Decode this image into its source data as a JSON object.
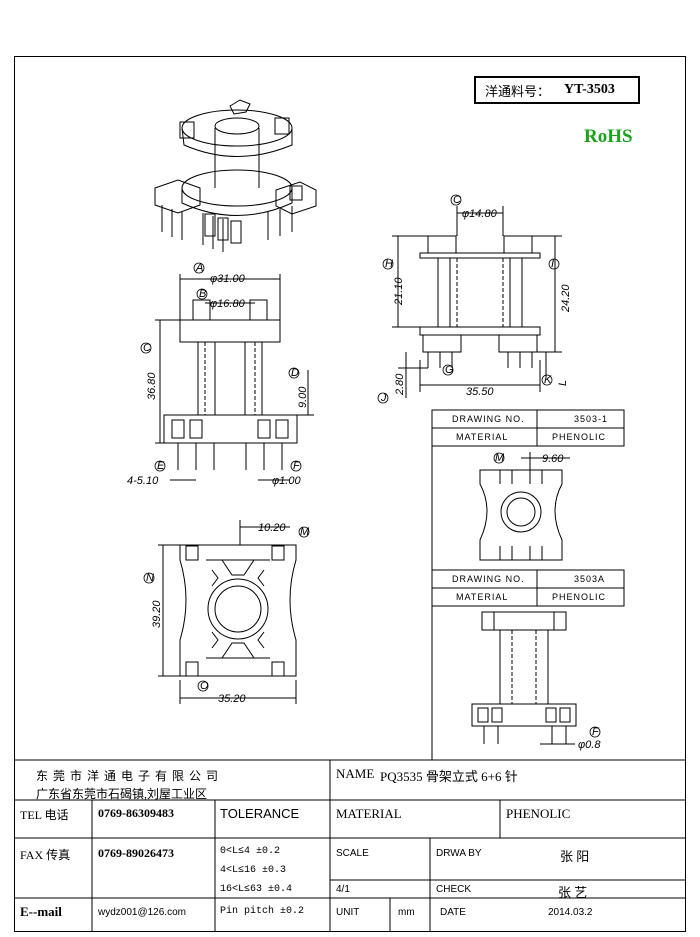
{
  "header": {
    "part_label": "洋通料号：",
    "part_number": "YT-3503",
    "rohs": "RoHS"
  },
  "dimensions": {
    "top_phi": "φ14.80",
    "top_h": "21.10",
    "top_l": "24.20",
    "top_j": "2.80",
    "top_width": "35.50",
    "top_k": "L",
    "front_a": "φ31.00",
    "front_b": "φ16.80",
    "front_c": "36.80",
    "front_d": "9.00",
    "front_e": "4-5.10",
    "front_f": "φ1.00",
    "bottom_m": "10.20",
    "bottom_n": "39.20",
    "bottom_o": "35.20",
    "right_m": "9.60",
    "right_f": "φ0.8"
  },
  "callouts": [
    "A",
    "B",
    "C",
    "D",
    "E",
    "F",
    "G",
    "H",
    "I",
    "J",
    "K",
    "M",
    "N",
    "O"
  ],
  "labels": {
    "table1": [
      [
        "DRAWING NO.",
        "3503-1"
      ],
      [
        "MATERIAL",
        "PHENOLIC"
      ]
    ],
    "table2": [
      [
        "DRAWING NO.",
        "3503A"
      ],
      [
        "MATERIAL",
        "PHENOLIC"
      ]
    ]
  },
  "title_block": {
    "company": "东 莞 市 洋 通 电 子 有 限 公 司",
    "address": "广东省东莞市石碣镇,刘屋工业区",
    "name_label": "NAME",
    "name_value": "PQ3535 骨架立式 6+6 针",
    "tel_label": "TEL 电话",
    "tel_value": "0769-86309483",
    "fax_label": "FAX 传真",
    "fax_value": "0769-89026473",
    "email_label": "E--mail",
    "email_value": "wydz001@126.com",
    "tolerance_label": "TOLERANCE",
    "tol1": "0<L≤4   ±0.2",
    "tol2": "4<L≤16  ±0.3",
    "tol3": "16<L≤63 ±0.4",
    "tol4": "Pin pitch ±0.2",
    "material_label": "MATERIAL",
    "material_value": "PHENOLIC",
    "scale_label": "SCALE",
    "scale_value": "4/1",
    "drawby_label": "DRWA BY",
    "drawby_value": "张 阳",
    "check_label": "CHECK",
    "check_value": "张 艺",
    "unit_label": "UNIT",
    "unit_value": "mm",
    "date_label": "DATE",
    "date_value": "2014.03.2"
  }
}
